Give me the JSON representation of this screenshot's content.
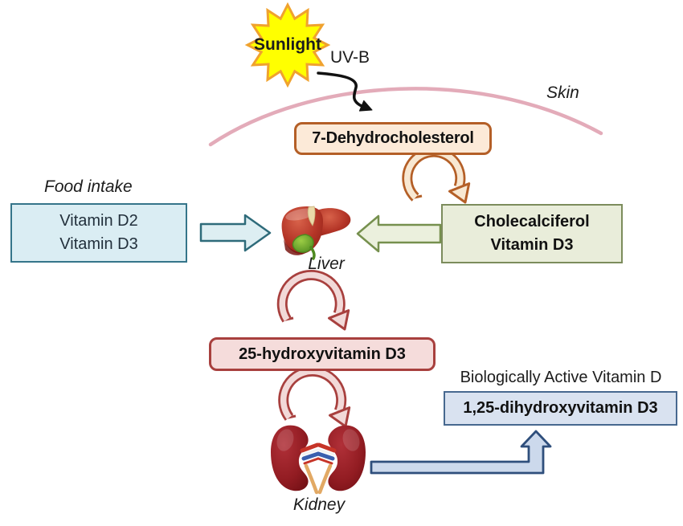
{
  "labels": {
    "sunlight": "Sunlight",
    "uv_b": "UV-B",
    "skin": "Skin",
    "food_intake": "Food intake",
    "liver": "Liver",
    "kidney": "Kidney",
    "biologically_active": "Biologically Active Vitamin D"
  },
  "boxes": {
    "dehydrocholesterol": {
      "label": "7-Dehydrocholesterol"
    },
    "cholecalciferol": {
      "line1": "Cholecalciferol",
      "line2": "Vitamin D3"
    },
    "food": {
      "line1": "Vitamin D2",
      "line2": "Vitamin D3"
    },
    "hydroxy_25": {
      "label": "25-hydroxyvitamin D3"
    },
    "dihydroxy_125": {
      "label": "1,25-dihydroxyvitamin D3"
    }
  },
  "icons": {
    "sun": "sunburst-shape",
    "liver": "liver-illustration",
    "kidneys": "kidneys-illustration"
  },
  "colors": {
    "sun_fill": "#ffff00",
    "sun_border": "#f0a22e",
    "skin_line": "#e3abb9",
    "dehydro_fill": "#fcead8",
    "dehydro_border": "#b45f27",
    "cholecalciferol_fill": "#e9edda",
    "cholecalciferol_border": "#7c8c5c",
    "food_fill": "#daedf3",
    "food_border": "#35758a",
    "hydroxy25_fill": "#f5dcdb",
    "hydroxy25_border": "#a8403e",
    "dihydroxy125_fill": "#d9e2f0",
    "dihydroxy125_border": "#47688f",
    "elbow_arrow_fill": "#ccd9ec",
    "elbow_arrow_border": "#2f4f7c",
    "teal_arrow_border": "#2e6b7a",
    "olive_arrow_border": "#76904e",
    "organ_red": "#8e1b1e"
  }
}
